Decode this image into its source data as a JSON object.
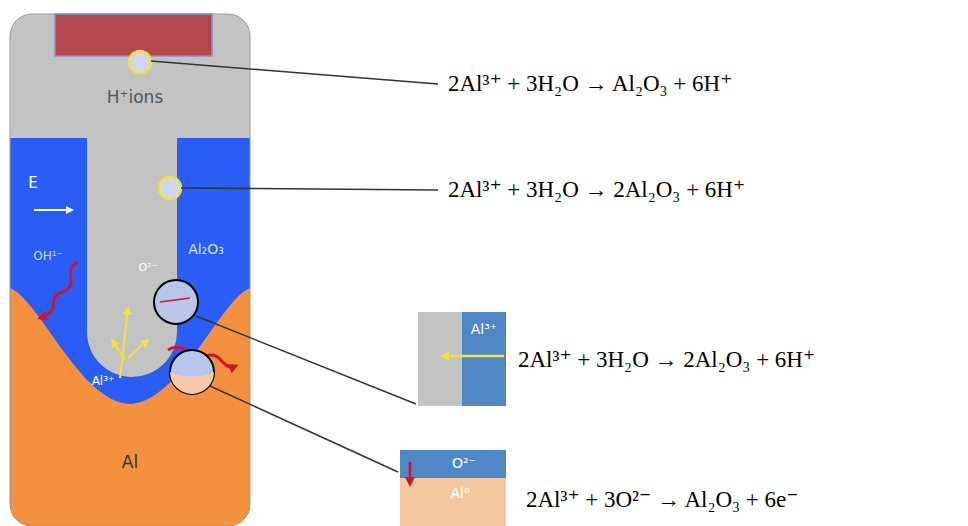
{
  "diagram": {
    "nodes": [
      {
        "text": [
          "Al³⁺"
        ]
      },
      {
        "text": [
          "O²⁻",
          "Al⁰"
        ]
      }
    ],
    "labels": [
      "H⁺ions",
      "E",
      "OH¹⁻",
      "Al₂O₃",
      "O²⁻",
      "Al³⁺",
      "Al",
      "2Al³⁺ + 3H₂O → Al₂O₃ + 6H⁺",
      "2Al³⁺ + 3H₂O → 2Al₂O₃ + 6H⁺",
      "2Al³⁺ + 3H₂O → 2Al₂O₃ + 6H⁺",
      "2Al³⁺ + 3O²⁻ → Al₂O₃ + 6e⁻"
    ]
  }
}
